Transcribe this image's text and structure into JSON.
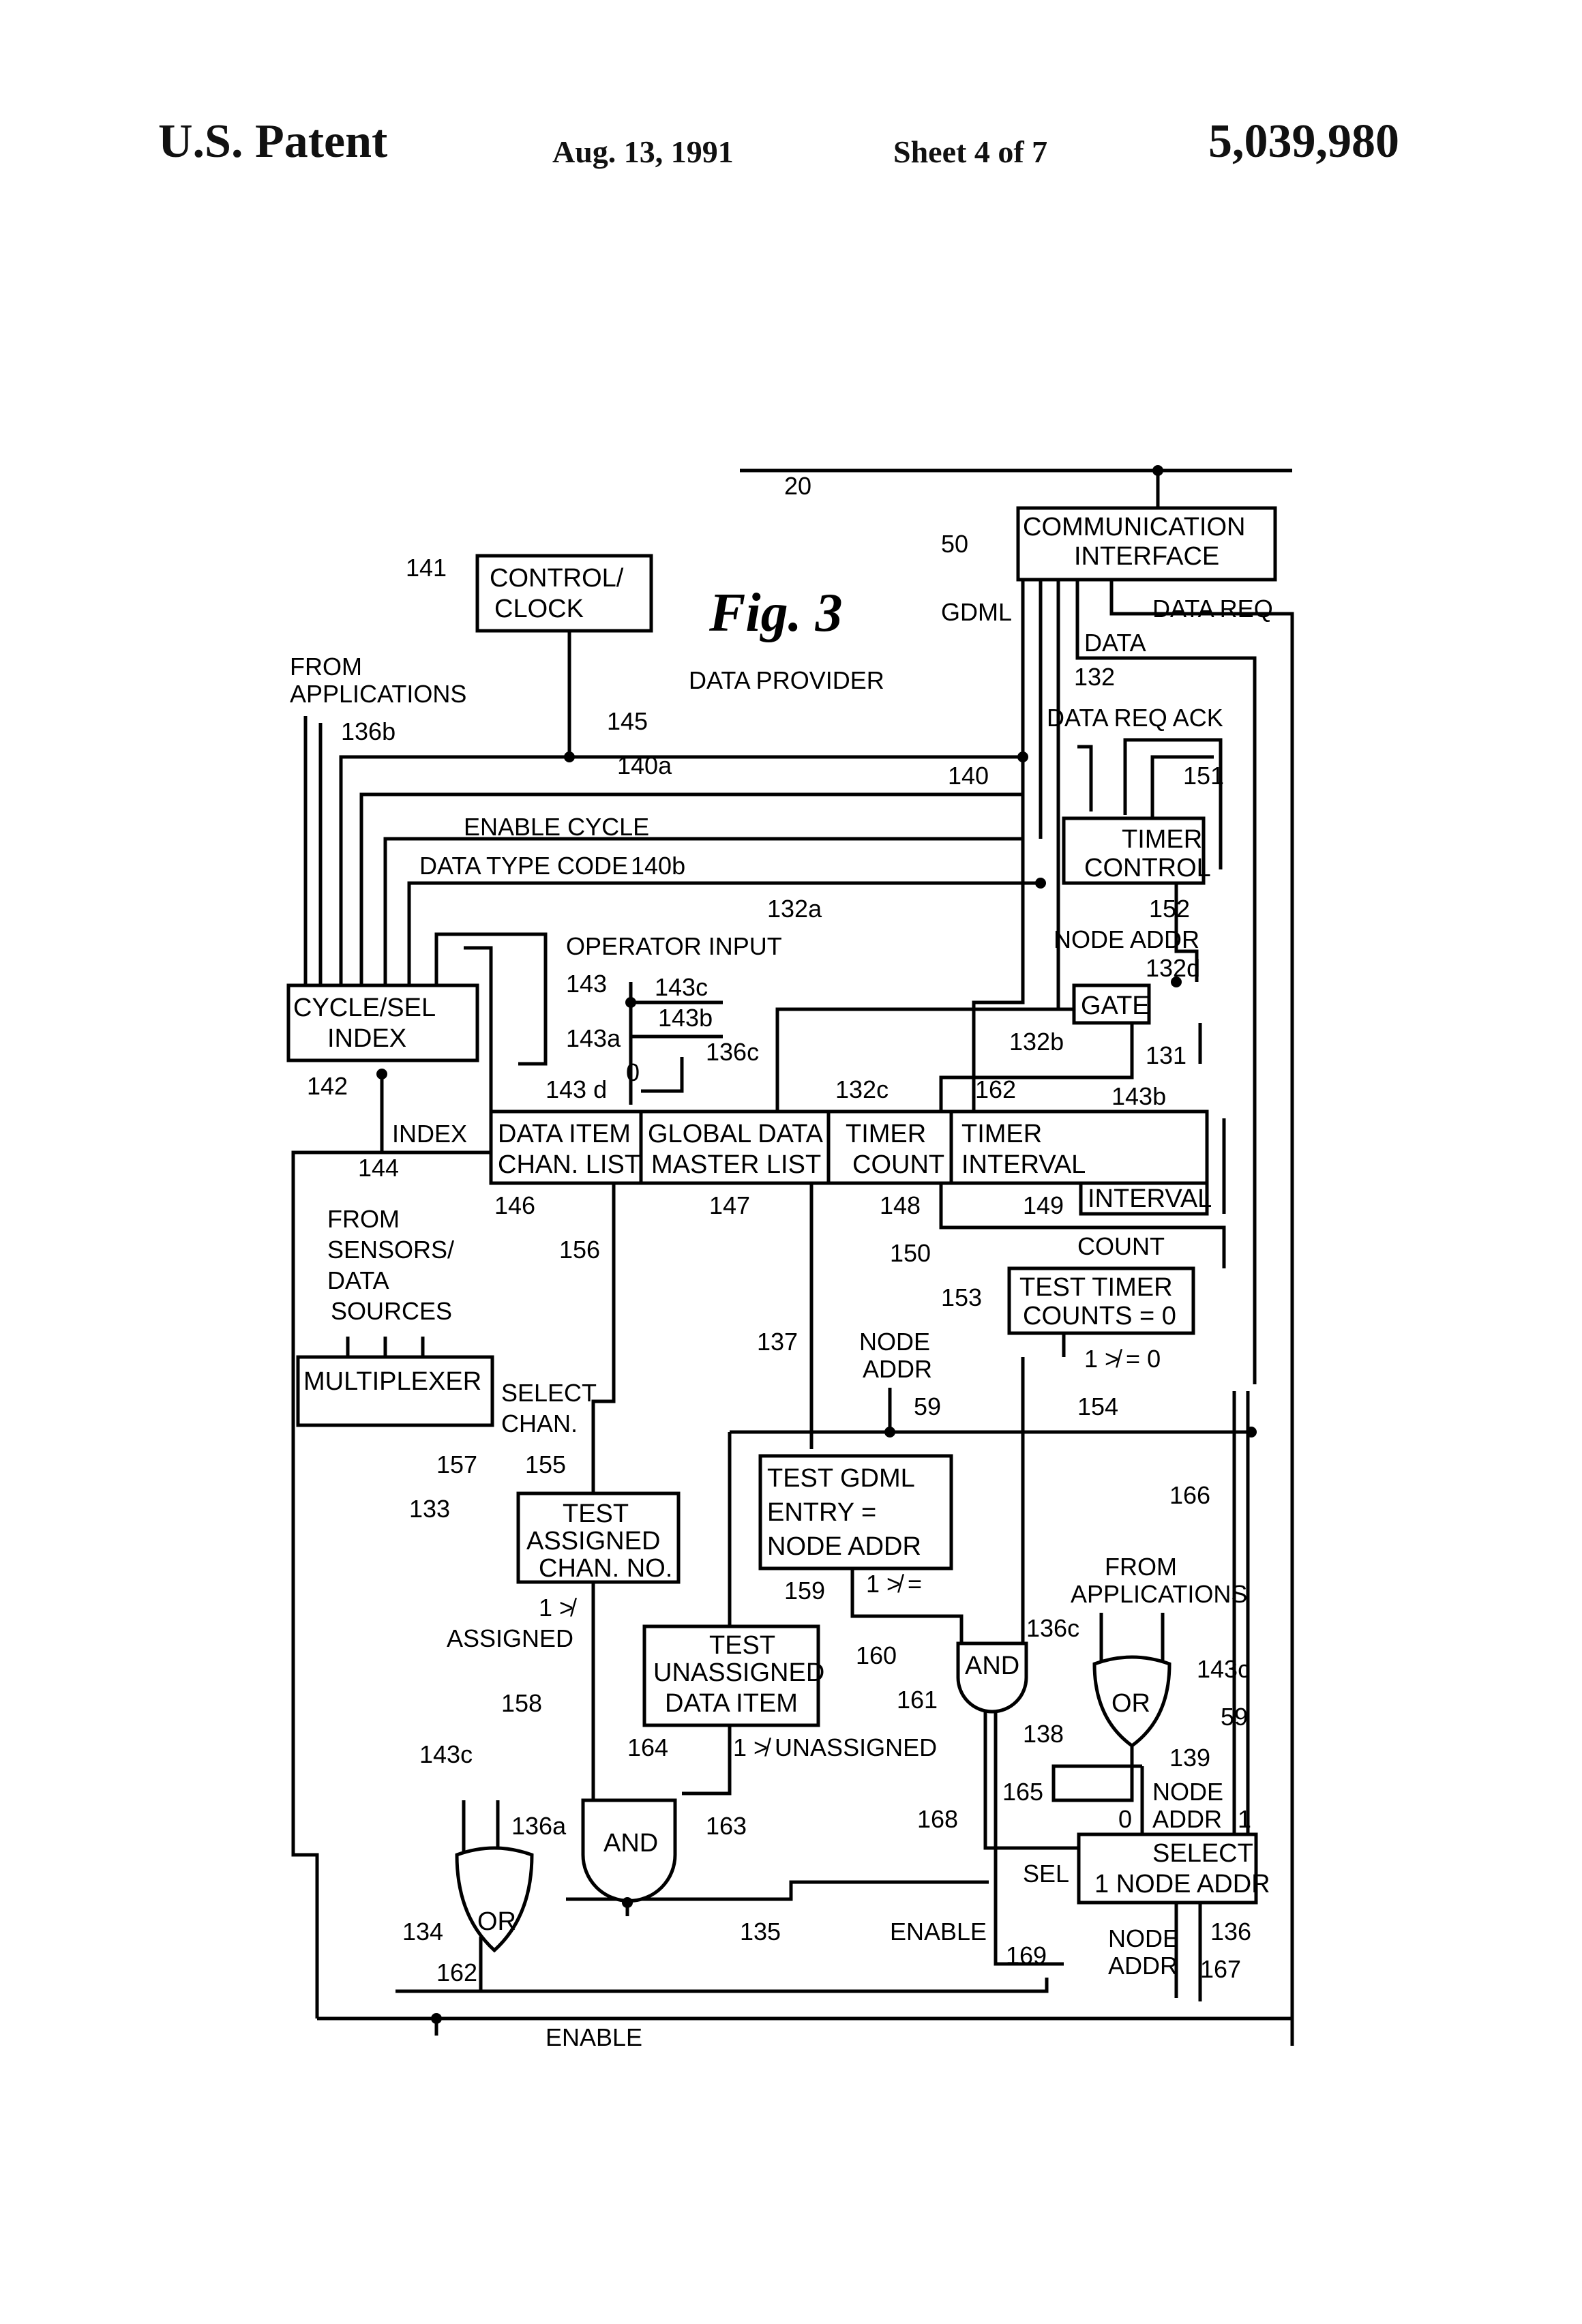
{
  "header": {
    "patent_label": "U.S. Patent",
    "date": "Aug. 13, 1991",
    "sheet": "Sheet 4 of 7",
    "patent_number": "5,039,980"
  },
  "figure": {
    "title": "Fig. 3",
    "subtitle": "DATA PROVIDER"
  },
  "blocks": {
    "comm_interface": [
      "COMMUNICATION",
      "INTERFACE"
    ],
    "control_clock": [
      "CONTROL/",
      "CLOCK"
    ],
    "timer_control": [
      "TIMER",
      "CONTROL"
    ],
    "gate": [
      "GATE"
    ],
    "cycle_sel_index": [
      "CYCLE/SEL",
      "INDEX"
    ],
    "data_item_chan_list": [
      "DATA ITEM",
      "CHAN. LIST"
    ],
    "global_data_master_list": [
      "GLOBAL DATA",
      "MASTER LIST"
    ],
    "timer_count": [
      "TIMER",
      "COUNT"
    ],
    "timer_interval": [
      "TIMER",
      "INTERVAL"
    ],
    "interval_sub": [
      "INTERVAL"
    ],
    "test_timer_counts": [
      "TEST TIMER",
      "COUNTS = 0"
    ],
    "multiplexer": [
      "MULTIPLEXER"
    ],
    "test_assigned": [
      "TEST",
      "ASSIGNED",
      "CHAN. NO."
    ],
    "test_gdml": [
      "TEST GDML",
      "ENTRY =",
      "NODE ADDR"
    ],
    "test_unassigned": [
      "TEST",
      "UNASSIGNED",
      "DATA ITEM"
    ],
    "select_node_addr": [
      "SELECT",
      "1 NODE ADDR"
    ],
    "and_161": "AND",
    "and_163": "AND",
    "or_138": "OR",
    "or_134": "OR"
  },
  "signals": {
    "gdml": "GDML",
    "data_req": "DATA REQ",
    "data": "DATA",
    "data_req_ack": "DATA REQ ACK",
    "enable_cycle": "ENABLE CYCLE",
    "data_type_code": "DATA TYPE CODE",
    "node_addr_top": "NODE ADDR",
    "operator_input": "OPERATOR INPUT",
    "from_applications_left": [
      "FROM",
      "APPLICATIONS"
    ],
    "index": "INDEX",
    "from_sensors": [
      "FROM",
      "SENSORS/",
      "DATA",
      "SOURCES"
    ],
    "select": "SELECT",
    "chan": "CHAN.",
    "count": "COUNT",
    "one_ne_zero": "1 ≯ = 0",
    "node_addr_mid": [
      "NODE",
      "ADDR"
    ],
    "one_assigned": [
      "1 ≯",
      "ASSIGNED"
    ],
    "one_eq": "1 ≯ =",
    "one_unassigned": "1 ≯ UNASSIGNED",
    "from_applications_right": [
      "FROM",
      "APPLICATIONS"
    ],
    "node_addr_or": [
      "NODE",
      "ADDR"
    ],
    "sel_0": "0",
    "sel_1": "1",
    "sel": "SEL",
    "enable_mid": "ENABLE",
    "node_addr_bottom": [
      "NODE",
      "ADDR"
    ],
    "enable_bottom": "ENABLE",
    "zero_143d": "0"
  },
  "refs": {
    "r20": "20",
    "r50": "50",
    "r141": "141",
    "r136b": "136b",
    "r145": "145",
    "r140a": "140a",
    "r140": "140",
    "r140b": "140b",
    "r132": "132",
    "r132a": "132a",
    "r151": "151",
    "r152": "152",
    "r132d": "132d",
    "r143": "143",
    "r143c": "143c",
    "r143b": "143b",
    "r143a": "143a",
    "r136c": "136c",
    "r132b": "132b",
    "r131": "131",
    "r142": "142",
    "r143d": "143 d",
    "r132c": "132c",
    "r162": "162",
    "r143b2": "143b",
    "r144": "144",
    "r146": "146",
    "r147": "147",
    "r148": "148",
    "r149": "149",
    "r150": "150",
    "r153": "153",
    "r156": "156",
    "r137": "137",
    "r59": "59",
    "r154": "154",
    "r157": "157",
    "r133": "133",
    "r155": "155",
    "r166": "166",
    "r159": "159",
    "r160": "160",
    "r136c2": "136c",
    "r143c2": "143c",
    "r161": "161",
    "r158": "158",
    "r164": "164",
    "r138": "138",
    "r139": "139",
    "r59b": "59",
    "r143c3": "143c",
    "r136a": "136a",
    "r163": "163",
    "r165": "165",
    "r168": "168",
    "r134": "134",
    "r135": "135",
    "r136": "136",
    "r169": "169",
    "r167": "167",
    "r162b": "162"
  }
}
